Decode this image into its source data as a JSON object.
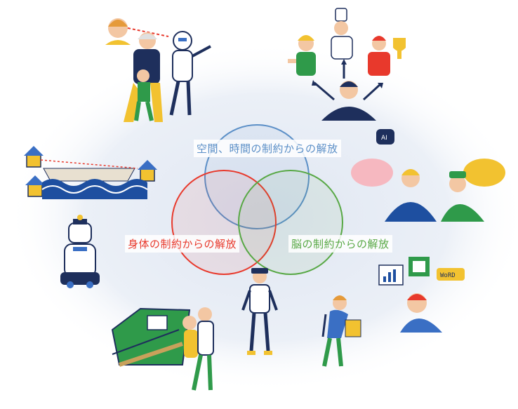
{
  "venn": {
    "top": {
      "label": "空間、時間の制約からの解放",
      "color": "#5b8fc7"
    },
    "left": {
      "label": "身体の制約からの解放",
      "color": "#e8392c"
    },
    "right": {
      "label": "脳の制約からの解放",
      "color": "#58a845"
    }
  },
  "illustrations": {
    "ai_badge": "AI",
    "word_badge": "WoRD"
  },
  "colors": {
    "background_glow": "#e3e9f3",
    "navy": "#1e2f5c",
    "yellow": "#f2c230",
    "green": "#2f9a4a",
    "skin": "#f3c7a3"
  }
}
